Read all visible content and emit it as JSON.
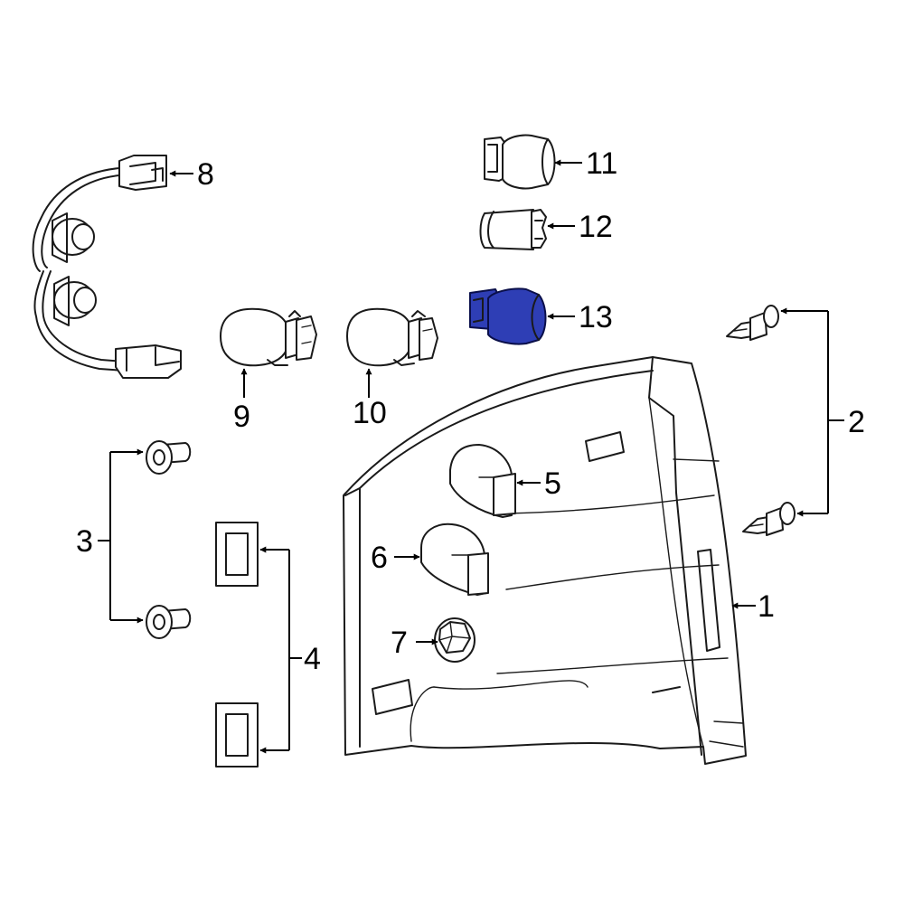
{
  "highlight_color": "#2e3eb5",
  "line_color": "#1a1a1a",
  "callouts": {
    "p1": "1",
    "p2": "2",
    "p3": "3",
    "p4": "4",
    "p5": "5",
    "p6": "6",
    "p7": "7",
    "p8": "8",
    "p9": "9",
    "p10": "10",
    "p11": "11",
    "p12": "12",
    "p13": "13"
  },
  "highlighted_part": "13"
}
